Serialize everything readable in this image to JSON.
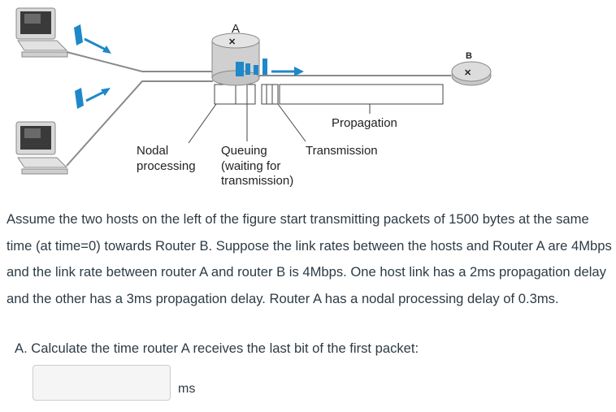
{
  "figure": {
    "router_a_label": "A",
    "router_b_label": "B",
    "label_propagation": "Propagation",
    "label_nodal": "Nodal",
    "label_processing": "processing",
    "label_queuing": "Queuing",
    "label_waiting_for": "(waiting for",
    "label_transmission_paren": "transmission)",
    "label_transmission": "Transmission"
  },
  "question": {
    "text": "Assume the two hosts on the left of the figure start transmitting packets of 1500 bytes at the same time (at time=0) towards Router B. Suppose the link rates between the hosts and Router A are 4Mbps and the link rate between router A and router B is 4Mbps. One host link has a 2ms propagation delay and the other has a 3ms propagation delay. Router A has a nodal processing delay of 0.3ms.",
    "part_a": "A. Calculate the time router A receives the last bit of the first packet:",
    "answer_value": "",
    "answer_unit": "ms"
  }
}
